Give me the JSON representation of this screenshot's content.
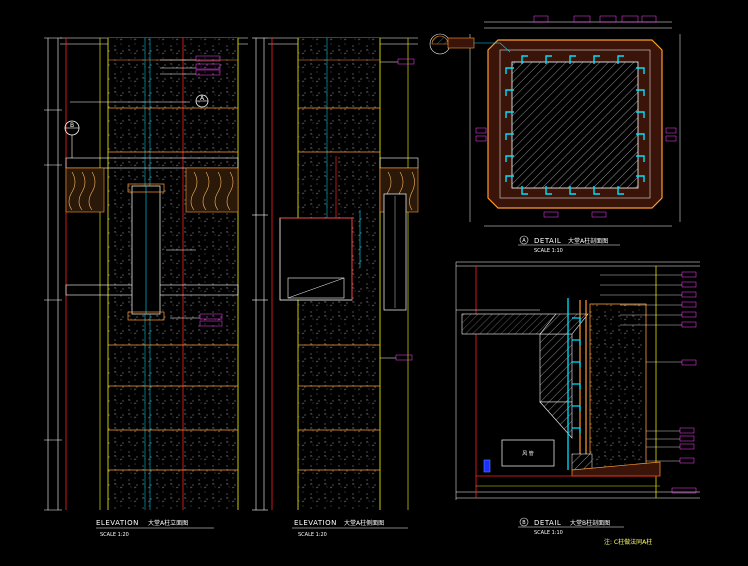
{
  "drawing": {
    "elevation_left": {
      "title": "ELEVATION",
      "title_cn": "大堂A柱立面图",
      "scale": "SCALE 1:20"
    },
    "elevation_right": {
      "title": "ELEVATION",
      "title_cn": "大堂A柱侧面图",
      "scale": "SCALE 1:20"
    },
    "detail_a": {
      "marker": "A",
      "title": "DETAIL",
      "title_cn": "大堂A柱剖面图",
      "scale": "SCALE 1:10"
    },
    "detail_b": {
      "marker": "B",
      "title": "DETAIL",
      "title_cn": "大堂B柱剖面图",
      "scale": "SCALE 1:10"
    },
    "section_bubbles": {
      "left_upper": "B",
      "right": "A"
    },
    "note": "注: C柱做法同A柱",
    "box_label": "风 管"
  },
  "colors": {
    "background": "#000000",
    "frame_yellow": "#e0e000",
    "line_white": "#ffffff",
    "line_red": "#ff2020",
    "line_cyan": "#00e0ff",
    "line_orange": "#ff9a30",
    "line_magenta": "#ff40ff",
    "line_green": "#30ff30"
  }
}
